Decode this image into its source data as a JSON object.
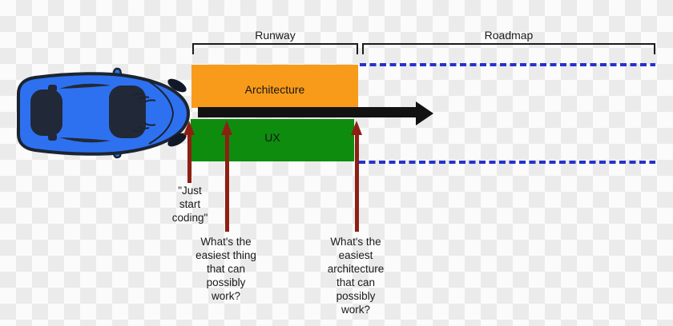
{
  "diagram": {
    "title_area": {
      "runway_label": "Runway",
      "roadmap_label": "Roadmap"
    },
    "boxes": {
      "architecture_label": "Architecture",
      "ux_label": "UX"
    },
    "annotations": {
      "just_start": "\"Just\nstart\ncoding\"",
      "easiest_thing": "What's the\neasiest thing\nthat can\npossibly\nwork?",
      "easiest_architecture": "What's the\neasiest\narchitecture\nthat can\npossibly\nwork?"
    },
    "icons": {
      "car": "blue-sports-car-top-view",
      "timeline_arrow": "black-right-arrow",
      "annotation_arrow": "dark-red-up-arrow"
    },
    "colors": {
      "architecture_box": "#f89b1b",
      "ux_box": "#0e8c0e",
      "roadmap_dashes": "#2433cc",
      "annotation_arrows": "#8e2013",
      "timeline_arrow": "#121212",
      "bracket_lines": "#1b1b1b",
      "car_body": "#2e71f0",
      "checker_light": "#fbfbfb",
      "checker_dark": "#ebebeb"
    }
  }
}
